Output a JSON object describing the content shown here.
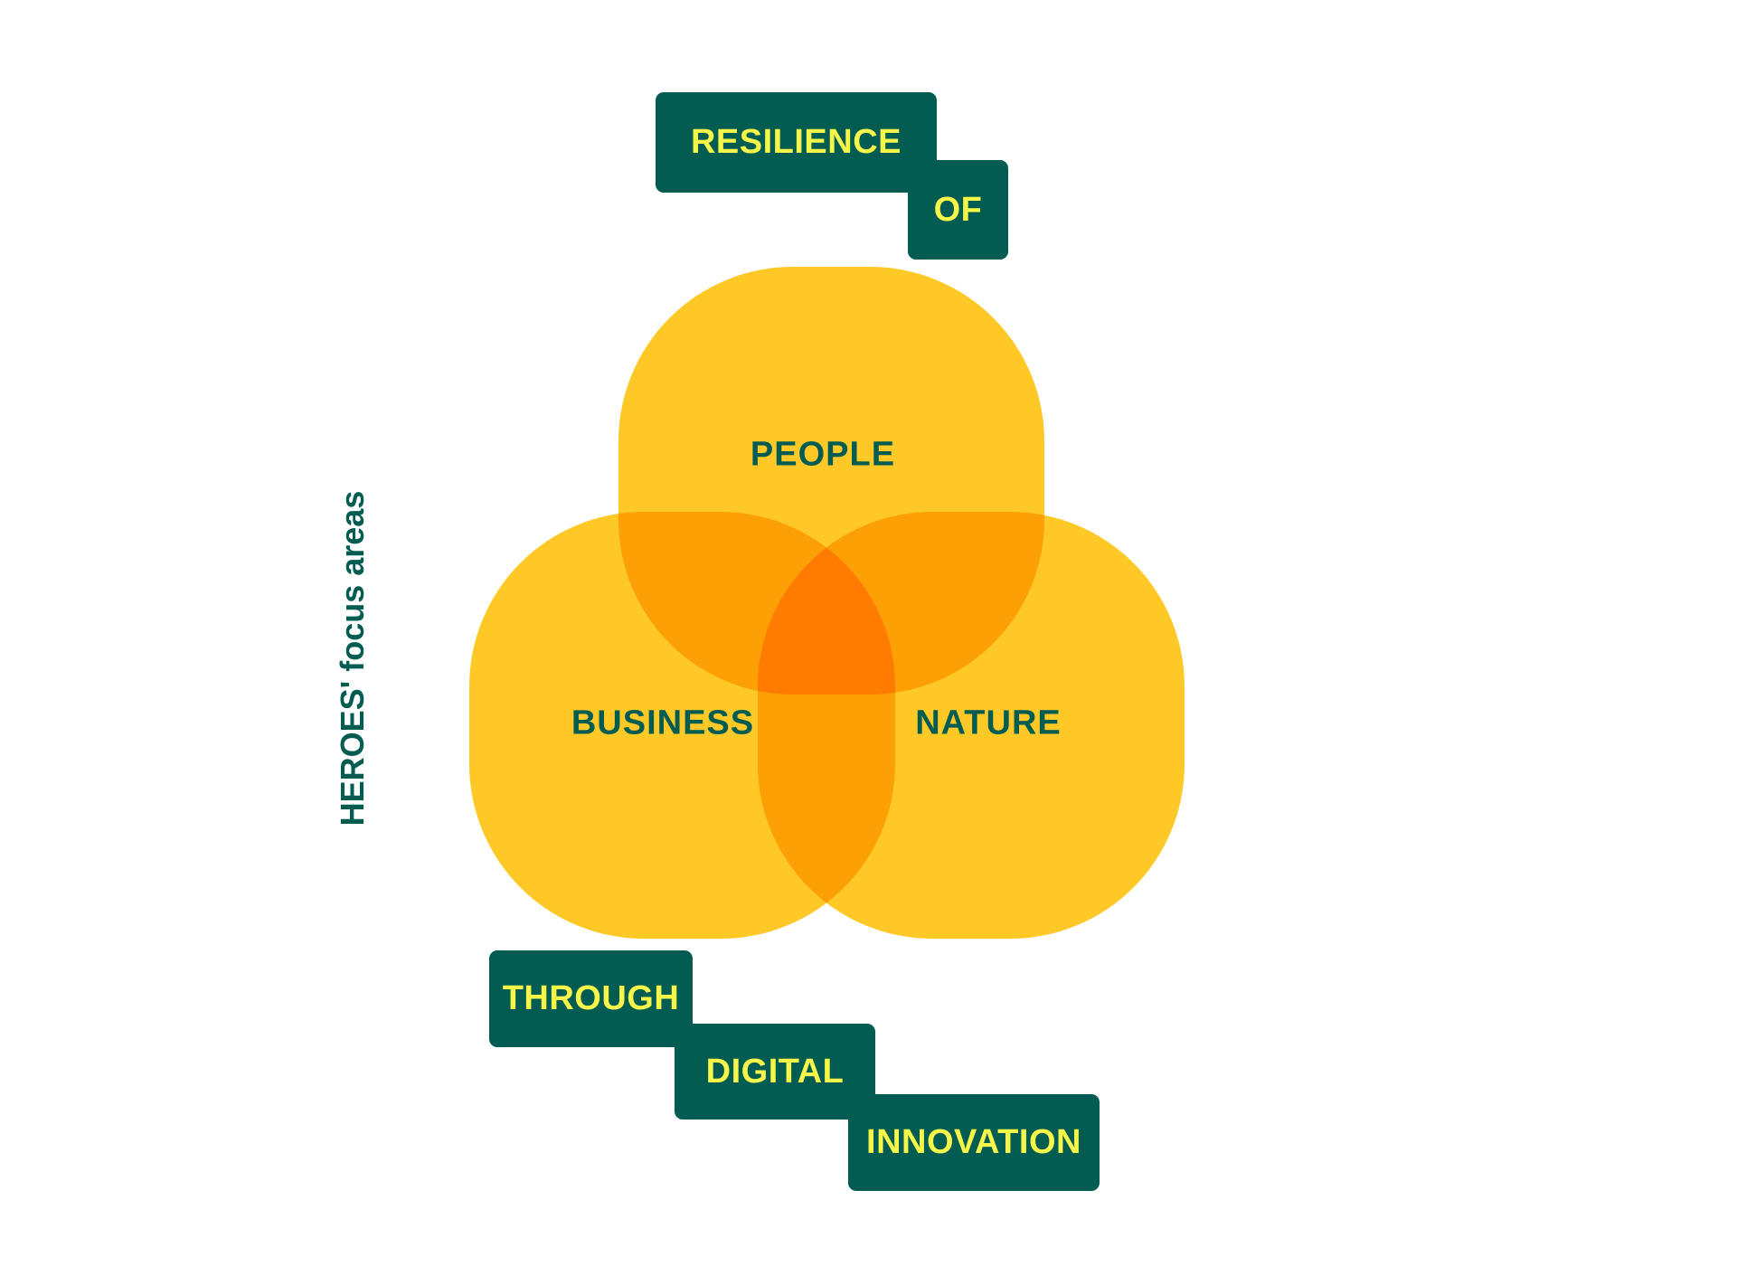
{
  "side_label": "HEROES' focus areas",
  "header_phrase": [
    "RESILIENCE",
    "OF"
  ],
  "footer_phrase": [
    "THROUGH",
    "DIGITAL",
    "INNOVATION"
  ],
  "venn": {
    "sets": [
      "PEOPLE",
      "BUSINESS",
      "NATURE"
    ]
  },
  "colors": {
    "green": "#025C51",
    "text_yellow": "#F5F54A",
    "set_fill": "#FEC926",
    "pair_overlap": "#FDA006",
    "triple_overlap": "#FF7C00"
  }
}
